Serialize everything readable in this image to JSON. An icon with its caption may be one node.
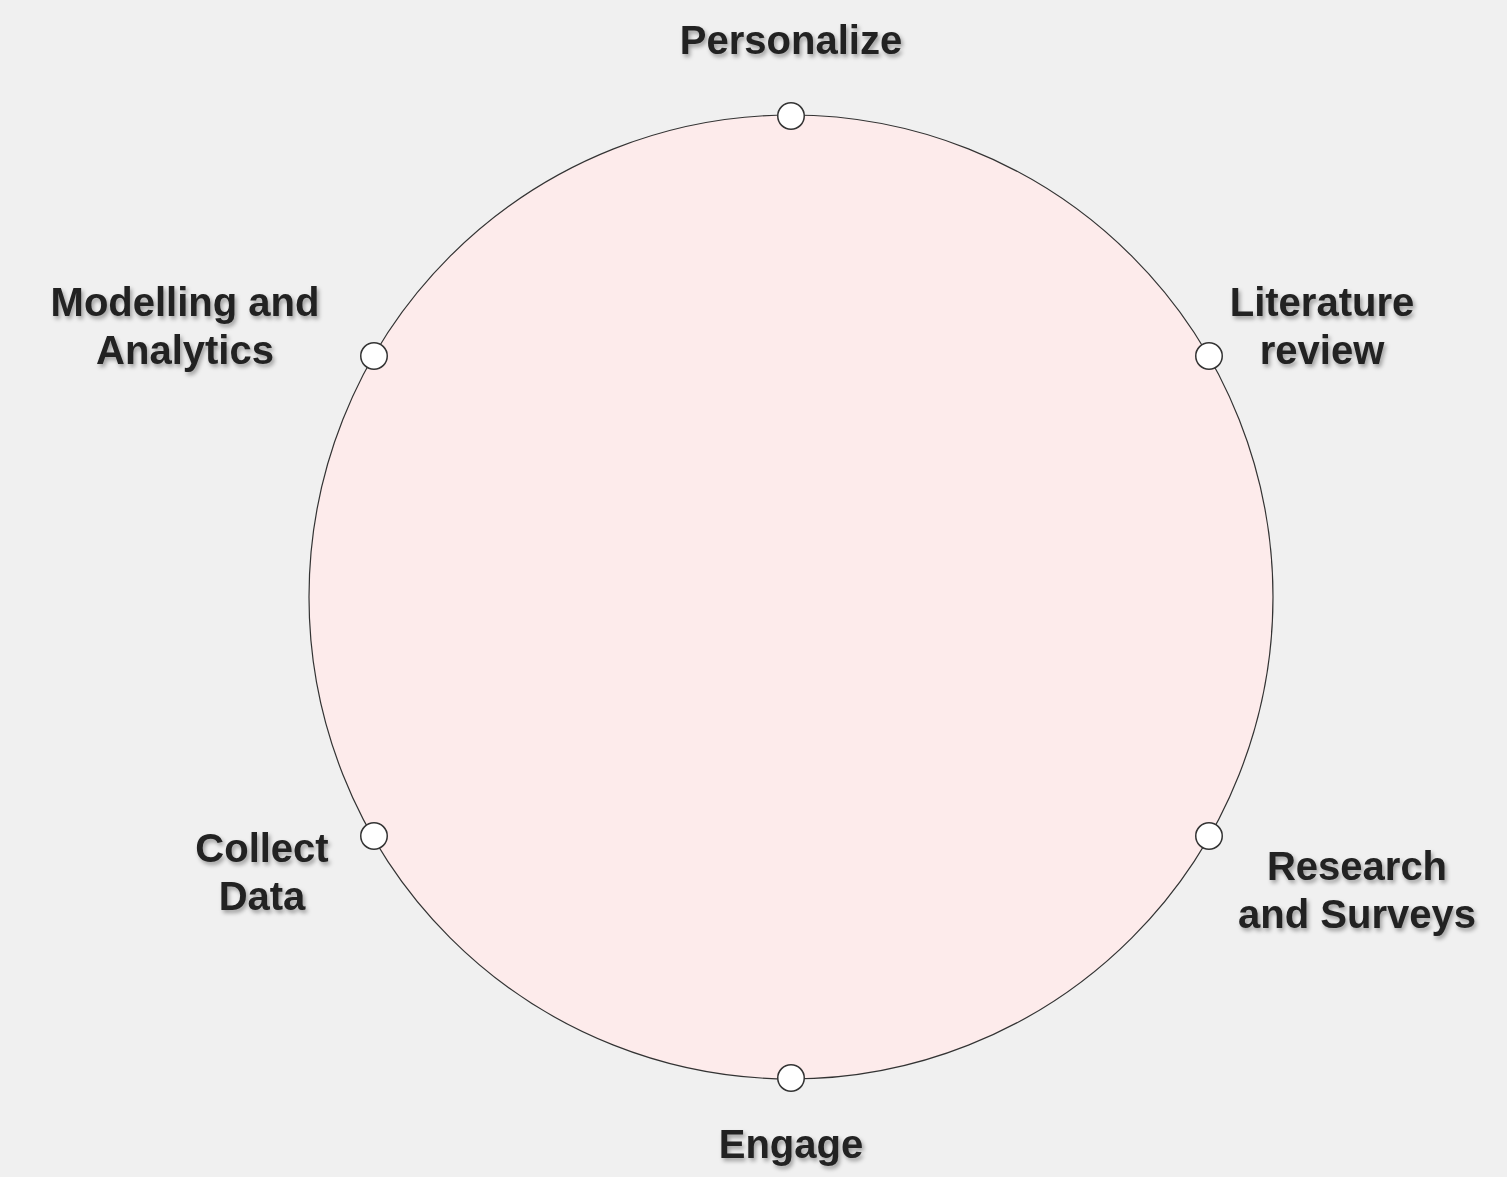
{
  "diagram": {
    "nodes": [
      {
        "text": [],
        "shape": "circle",
        "beside": [
          "Personalize"
        ]
      },
      {
        "text": [],
        "shape": "circle",
        "beside": [
          "Modelling and Analytics"
        ]
      },
      {
        "text": [],
        "shape": "circle",
        "beside": [
          "Literature review"
        ]
      },
      {
        "text": [],
        "shape": "circle",
        "beside": [
          "Collect Data"
        ]
      },
      {
        "text": [],
        "shape": "circle",
        "beside": [
          "Research and Surveys"
        ]
      },
      {
        "text": [],
        "shape": "circle",
        "beside": [
          "Engage"
        ]
      }
    ]
  }
}
